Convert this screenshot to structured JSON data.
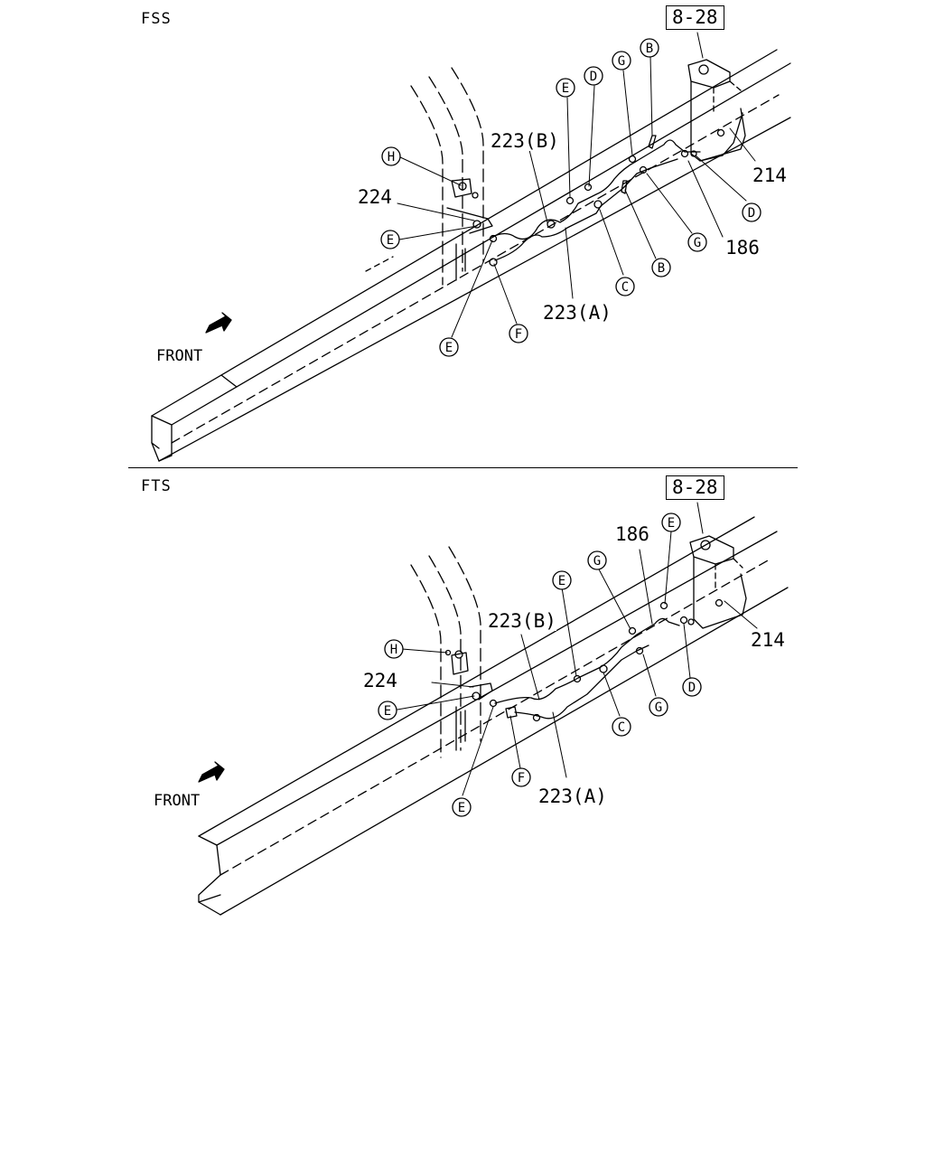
{
  "panels": [
    {
      "section": "FSS",
      "ref_box": "8-28",
      "front_label": "FRONT",
      "part_numbers": {
        "p223b": "223(B)",
        "p224": "224",
        "p223a": "223(A)",
        "p214": "214",
        "p186": "186"
      },
      "circle_letters": {
        "H": "H",
        "E1": "E",
        "E2": "E",
        "E3": "E",
        "D1": "D",
        "G1": "G",
        "B1": "B",
        "D2": "D",
        "G2": "G",
        "B2": "B",
        "C": "C",
        "F": "F"
      }
    },
    {
      "section": "FTS",
      "ref_box": "8-28",
      "front_label": "FRONT",
      "part_numbers": {
        "p186": "186",
        "p223b": "223(B)",
        "p224": "224",
        "p223a": "223(A)",
        "p214": "214"
      },
      "circle_letters": {
        "E1": "E",
        "G1": "G",
        "E2": "E",
        "H": "H",
        "E3": "E",
        "E4": "E",
        "C": "C",
        "G2": "G",
        "D": "D",
        "F": "F"
      }
    }
  ]
}
